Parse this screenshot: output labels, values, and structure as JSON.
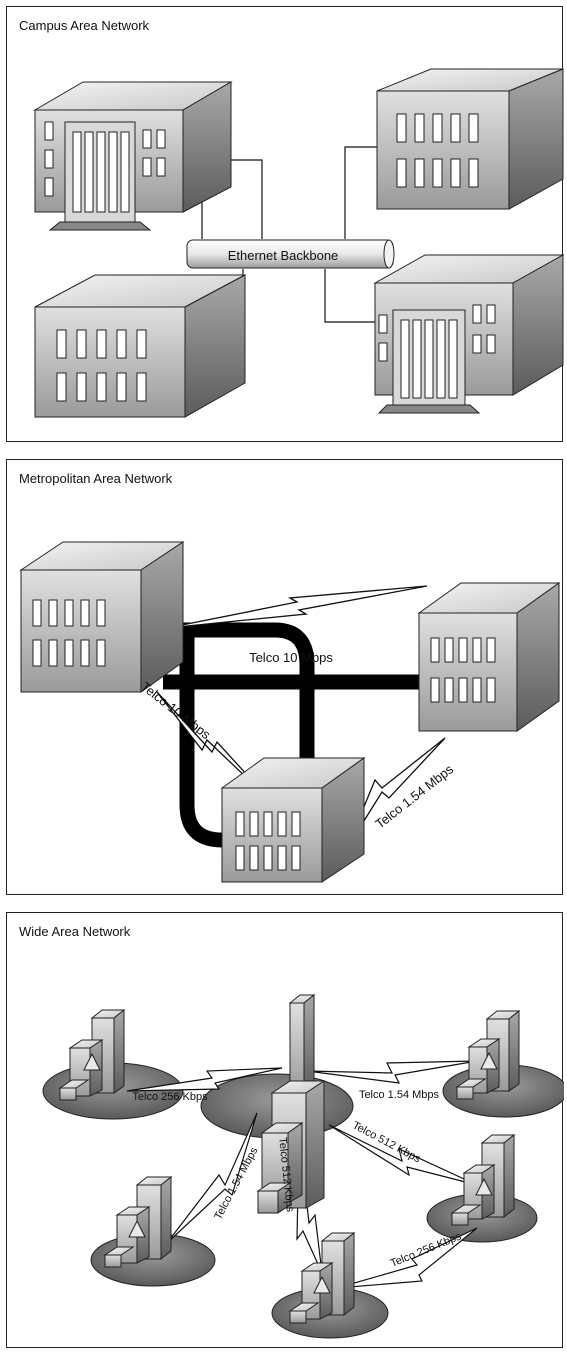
{
  "panels": {
    "campus": {
      "title": "Campus Area Network",
      "backbone_label": "Ethernet Backbone"
    },
    "metro": {
      "title": "Metropolitan Area Network",
      "link_top": "Telco 10 Mbps",
      "link_left": "Telco 10 Mbps",
      "link_right": "Telco 1.54 Mbps"
    },
    "wan": {
      "title": "Wide Area Network",
      "link_left": "Telco 256 Kbps",
      "link_right": "Telco 1.54 Mbps",
      "link_lower_right": "Telco 512 Kbps",
      "link_down_left": "Telco 1.54 Mbps",
      "link_down": "Telco 512 Kbps",
      "link_bottom": "Telco 256 Kbps"
    }
  },
  "colors": {
    "building_front": "#c4c4c4",
    "building_side": "#8f8f8f",
    "building_top": "#e6e6e6",
    "window": "#ffffff",
    "ellipse": "#7a7a7a",
    "line": "#111111"
  }
}
